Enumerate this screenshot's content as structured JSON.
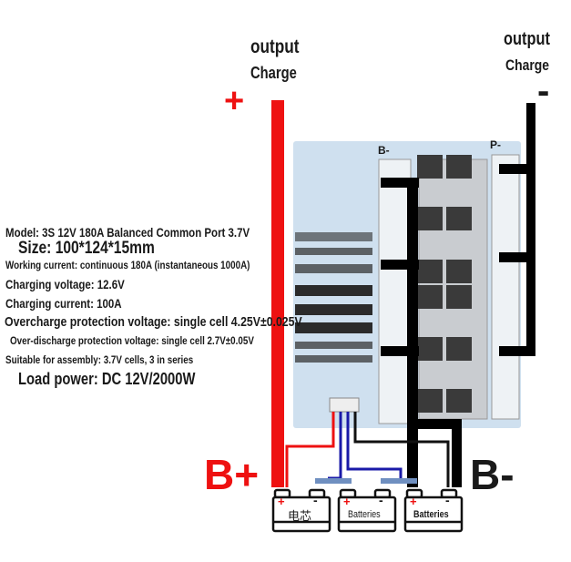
{
  "labels": {
    "left_output": "output",
    "left_charge": "Charge",
    "right_output": "output",
    "right_charge": "Charge",
    "plus": "+",
    "minus": "-",
    "b_plus": "B+",
    "b_minus": "B-"
  },
  "specs": [
    "Model: 3S 12V 180A Balanced Common Port 3.7V",
    "Size: 100*124*15mm",
    "Working current: continuous 180A (instantaneous 1000A)",
    "Charging voltage: 12.6V",
    "Charging current: 100A",
    "Overcharge protection voltage: single cell 4.25V±0.025V",
    "Over-discharge protection voltage: single cell 2.7V±0.05V",
    "Suitable for assembly: 3.7V cells, 3 in series",
    "Load power: DC 12V/2000W"
  ],
  "board": {
    "pad_left": "B-",
    "pad_right": "P-"
  },
  "batteries": [
    {
      "label": "电芯",
      "plus": "+",
      "minus": "-"
    },
    {
      "label": "Batteries",
      "plus": "+",
      "minus": "-"
    },
    {
      "label": "Batteries",
      "plus": "+",
      "minus": "-"
    }
  ],
  "colors": {
    "positive": "#ee1111",
    "negative": "#000000",
    "balance": "#1a1aa8",
    "board": "#cfe0ef"
  }
}
